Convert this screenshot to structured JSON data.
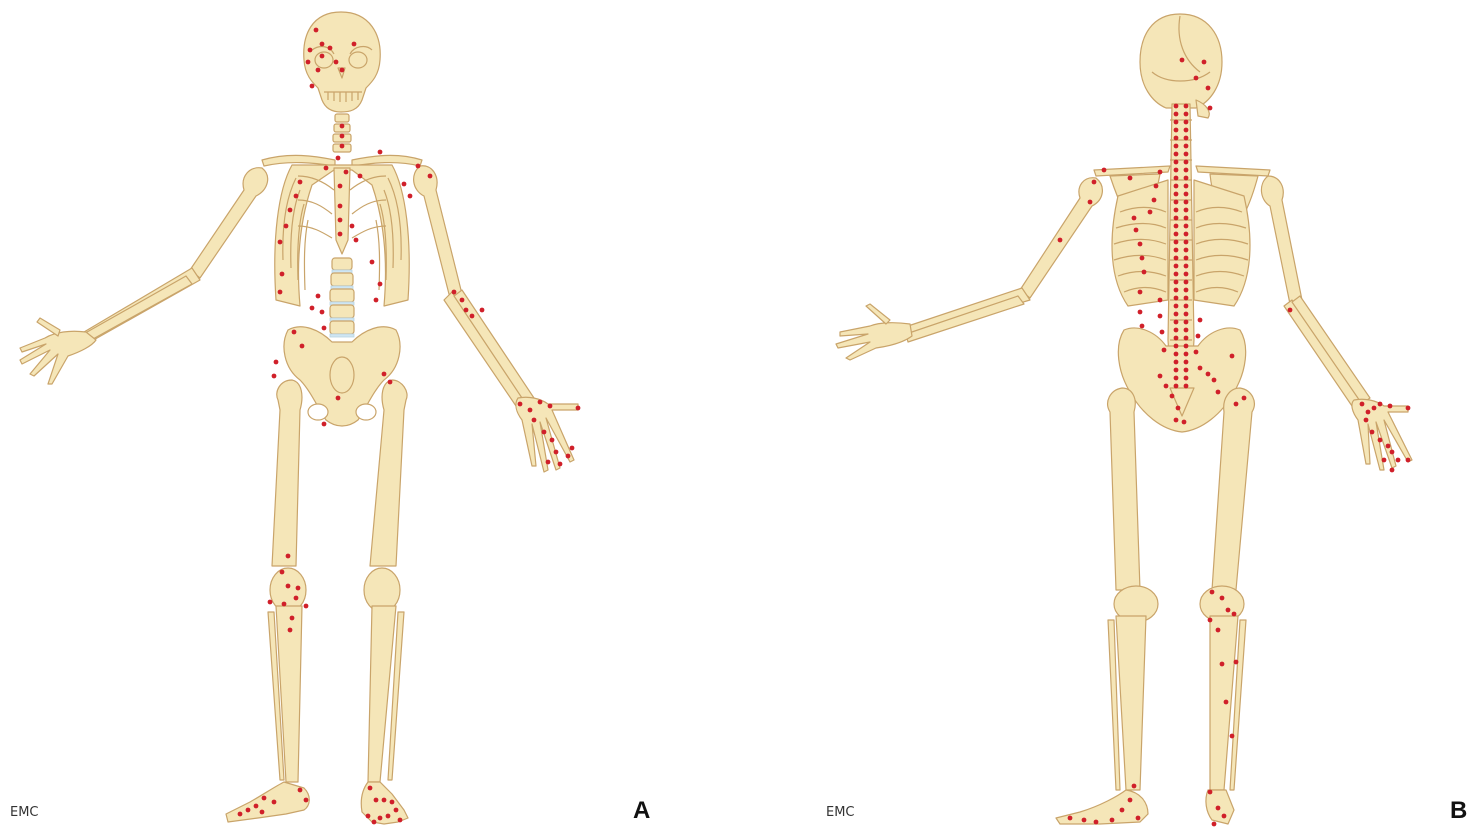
{
  "panels": [
    {
      "letter": "A",
      "watermark": "EMC"
    },
    {
      "letter": "B",
      "watermark": "EMC"
    }
  ],
  "colors": {
    "bone": "#f5e6b8",
    "outline": "#c9a46a",
    "disc": "#cfe6f2",
    "marker": "#d0202a"
  }
}
